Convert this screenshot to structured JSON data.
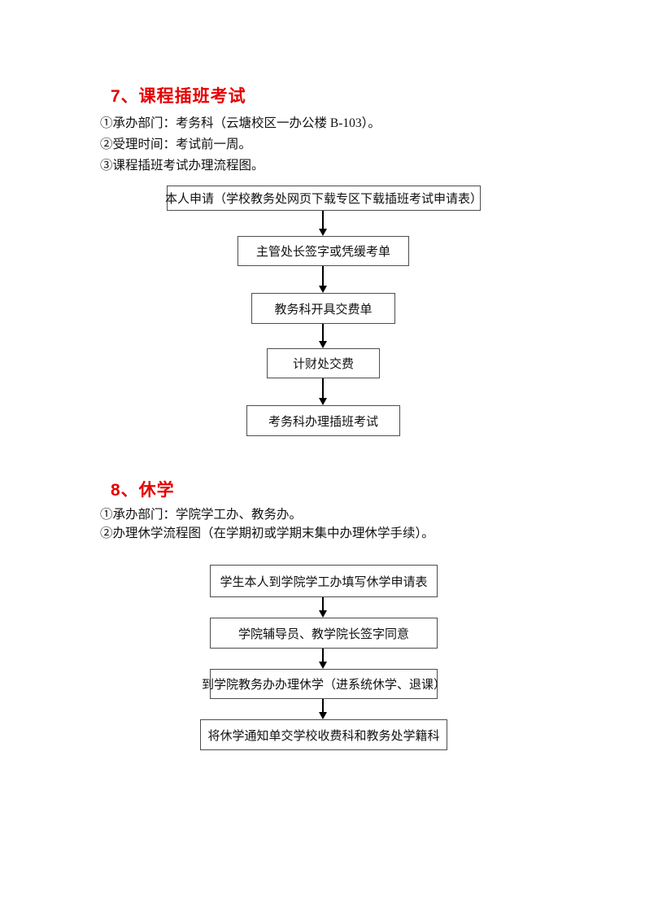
{
  "colors": {
    "heading_red": "#e60000",
    "box_border": "#4d4d4d",
    "page_background": "#ffffff"
  },
  "section7": {
    "heading": "7、课程插班考试",
    "lines": [
      "①承办部门：考务科（云塘校区一办公楼 B-103）。",
      "②受理时间：考试前一周。",
      "③课程插班考试办理流程图。"
    ],
    "flow": [
      "本人申请（学校教务处网页下载专区下载插班考试申请表）",
      "主管处长签字或凭缓考单",
      "教务科开具交费单",
      "计财处交费",
      "考务科办理插班考试"
    ]
  },
  "section8": {
    "heading": "8、休学",
    "lines": [
      "①承办部门：学院学工办、教务办。",
      "②办理休学流程图（在学期初或学期末集中办理休学手续）。"
    ],
    "flow": [
      "学生本人到学院学工办填写休学申请表",
      "学院辅导员、教学院长签字同意",
      "到学院教务办办理休学（进系统休学、退课）",
      "将休学通知单交学校收费科和教务处学籍科"
    ]
  }
}
